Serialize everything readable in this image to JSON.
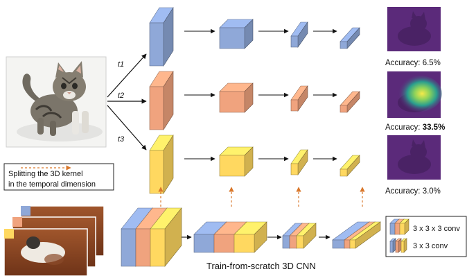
{
  "time_labels": [
    "t1",
    "t2",
    "t3"
  ],
  "accuracy": [
    {
      "prefix": "Accuracy: ",
      "value": "6.5%",
      "bold": false
    },
    {
      "prefix": "Accuracy: ",
      "value": "33.5%",
      "bold": true
    },
    {
      "prefix": "Accuracy: ",
      "value": "3.0%",
      "bold": false
    }
  ],
  "split_note": {
    "line1": "Splitting the 3D kernel",
    "line2": "in the temporal dimension"
  },
  "caption": "Train-from-scratch 3D CNN",
  "legend": {
    "item1": "3 x 3 x 3 conv",
    "item2": "3 x 3 conv"
  },
  "colors": {
    "blue": "#8fa8d8",
    "orange": "#f0a37e",
    "yellow": "#ffd860",
    "arrow_dashed": "#d9772b",
    "heat_bg": "#5b2a7a"
  }
}
